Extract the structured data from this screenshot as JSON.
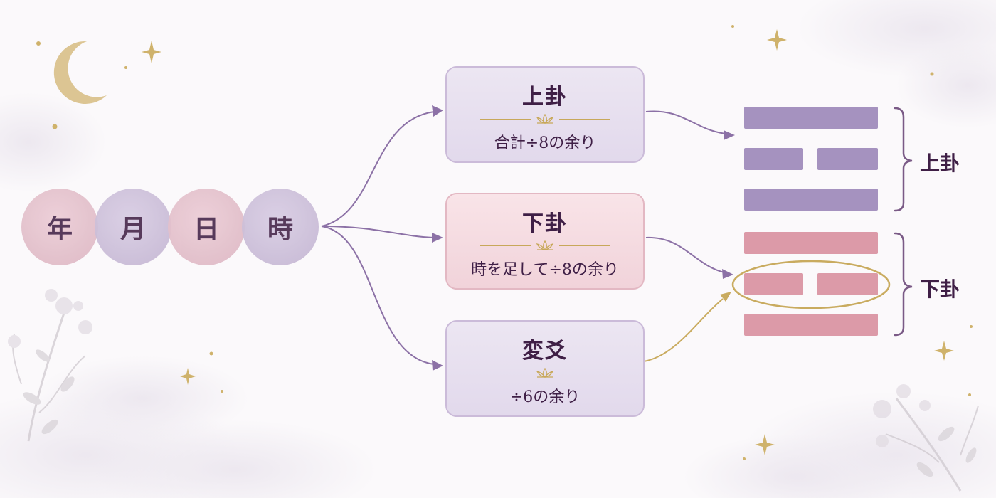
{
  "inputs": [
    {
      "label": "年",
      "tone": "pink"
    },
    {
      "label": "月",
      "tone": "lavender"
    },
    {
      "label": "日",
      "tone": "pink"
    },
    {
      "label": "時",
      "tone": "lavender"
    }
  ],
  "boxes": {
    "upper": {
      "title": "上卦",
      "formula": "合計÷8の余り"
    },
    "lower": {
      "title": "下卦",
      "formula": "時を足して÷8の余り"
    },
    "change": {
      "title": "変爻",
      "formula": "÷6の余り"
    }
  },
  "hexagram": {
    "upper_label": "上卦",
    "lower_label": "下卦",
    "lines_top_to_bottom": [
      {
        "type": "yang",
        "trigram": "upper"
      },
      {
        "type": "yin",
        "trigram": "upper"
      },
      {
        "type": "yang",
        "trigram": "upper"
      },
      {
        "type": "yang",
        "trigram": "lower"
      },
      {
        "type": "yin",
        "trigram": "lower",
        "highlighted": true
      },
      {
        "type": "yang",
        "trigram": "lower"
      }
    ]
  },
  "colors": {
    "lavender": "#a592bf",
    "pink": "#dc9aa8",
    "arrow": "#8c71a6",
    "gold": "#c9ab5f",
    "text": "#3f1f46"
  }
}
